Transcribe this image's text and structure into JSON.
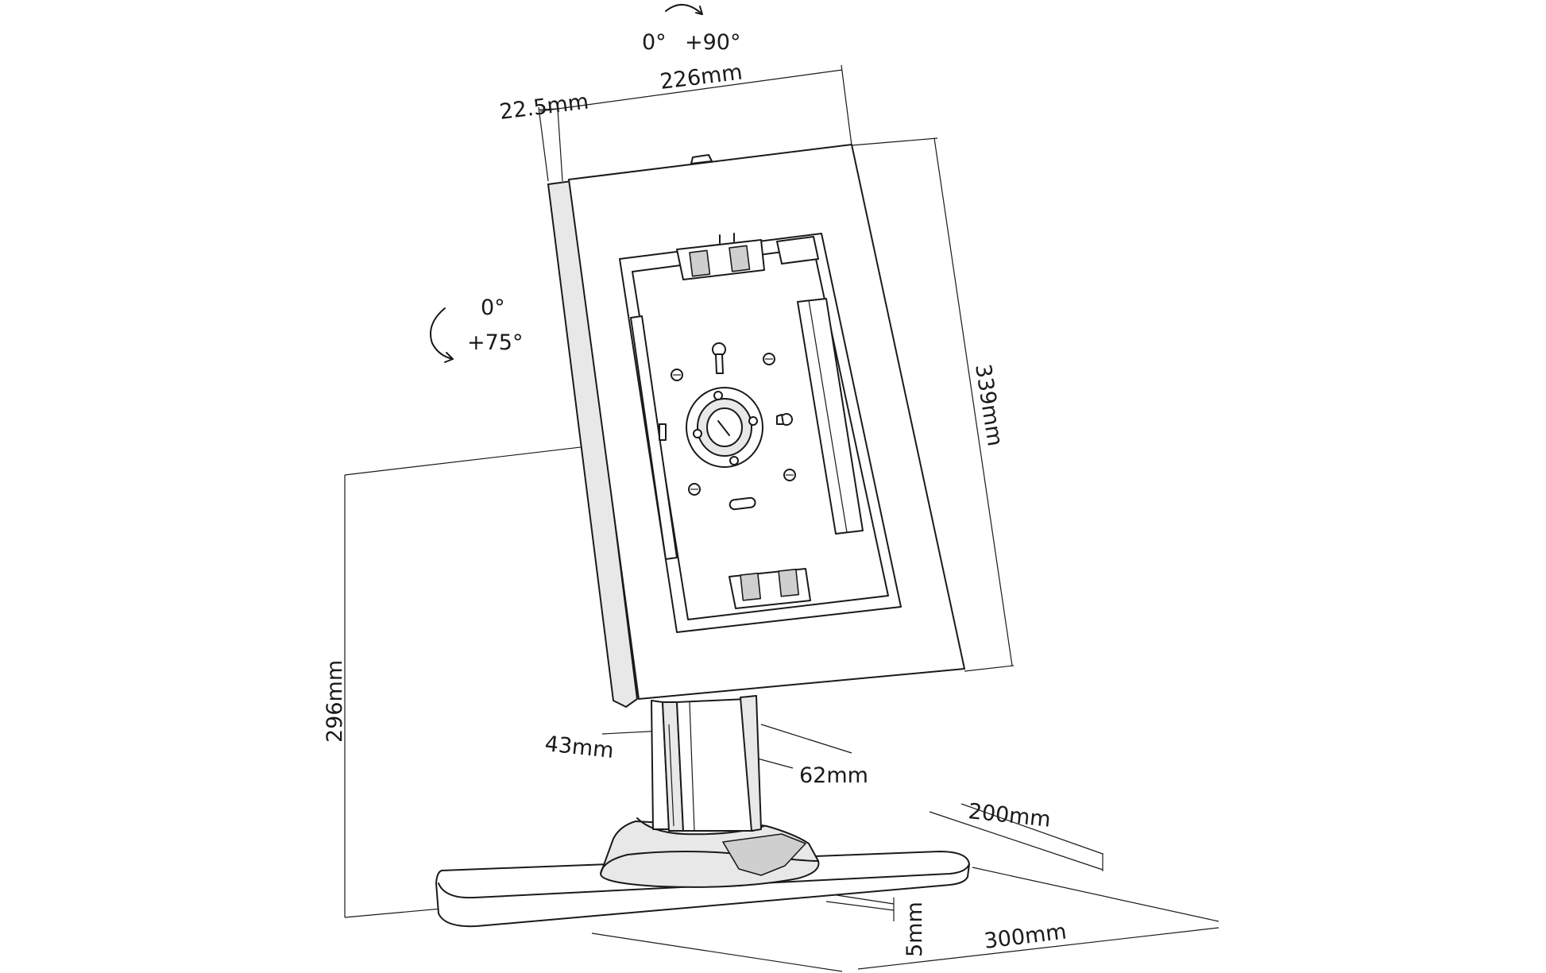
{
  "dimensions": {
    "top_rotation_start": "0°",
    "top_rotation_end": "+90°",
    "tilt_start": "0°",
    "tilt_end": "+75°",
    "depth": "22.5mm",
    "width": "226mm",
    "height": "339mm",
    "total_height": "296mm",
    "pole_depth": "43mm",
    "pole_width": "62mm",
    "base_depth": "200mm",
    "base_width": "300mm",
    "base_thickness": "5mm"
  }
}
